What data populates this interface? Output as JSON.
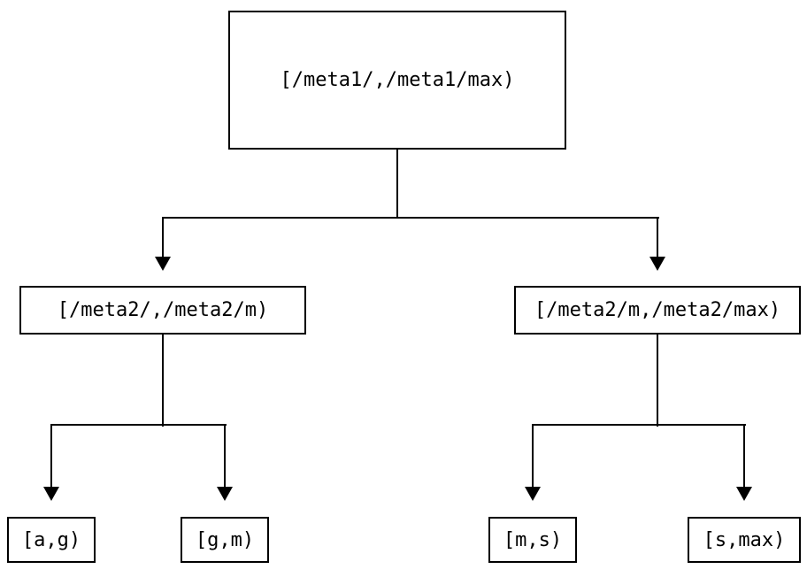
{
  "diagram": {
    "type": "tree",
    "background_color": "#ffffff",
    "line_color": "#000000",
    "text_color": "#000000",
    "nodes": {
      "root": {
        "label": "[/meta1/,/meta1/max)"
      },
      "meta2_low": {
        "label": "[/meta2/,/meta2/m)"
      },
      "meta2_high": {
        "label": "[/meta2/m,/meta2/max)"
      },
      "leaf_ag": {
        "label": "[a,g)"
      },
      "leaf_gm": {
        "label": "[g,m)"
      },
      "leaf_ms": {
        "label": "[m,s)"
      },
      "leaf_smax": {
        "label": "[s,max)"
      }
    },
    "edges": [
      {
        "from": "root",
        "to": "meta2_low"
      },
      {
        "from": "root",
        "to": "meta2_high"
      },
      {
        "from": "meta2_low",
        "to": "leaf_ag"
      },
      {
        "from": "meta2_low",
        "to": "leaf_gm"
      },
      {
        "from": "meta2_high",
        "to": "leaf_ms"
      },
      {
        "from": "meta2_high",
        "to": "leaf_smax"
      }
    ]
  }
}
